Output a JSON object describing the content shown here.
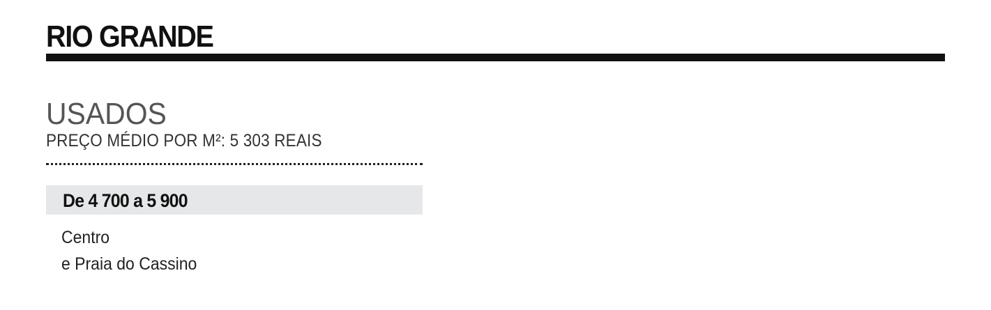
{
  "header": {
    "city": "RIO GRANDE"
  },
  "section": {
    "heading": "USADOS",
    "subheading": "PREÇO MÉDIO POR M²: 5 303 REAIS"
  },
  "price_range": {
    "label": "De 4 700 a 5 900",
    "locations": [
      "Centro",
      "e Praia do Cassino"
    ]
  },
  "colors": {
    "rule": "#111111",
    "band": "#e6e7e8",
    "heading": "#555555"
  }
}
